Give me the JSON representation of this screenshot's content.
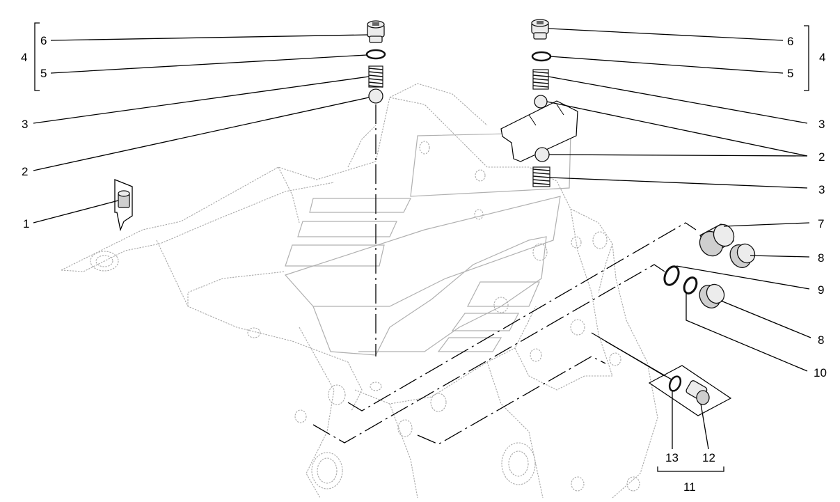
{
  "callouts": {
    "left": {
      "n6": "6",
      "n5": "5",
      "n4": "4",
      "n3": "3",
      "n2": "2",
      "n1": "1"
    },
    "right": {
      "n6": "6",
      "n5": "5",
      "n4": "4",
      "n3a": "3",
      "n2": "2",
      "n3b": "3",
      "n7": "7",
      "n8a": "8",
      "n9": "9",
      "n8b": "8",
      "n10": "10",
      "n13": "13",
      "n12": "12",
      "n11": "11"
    }
  },
  "colors": {
    "line": "#000000",
    "ghost": "#a8a8a8",
    "part_fill": "#ececec"
  }
}
